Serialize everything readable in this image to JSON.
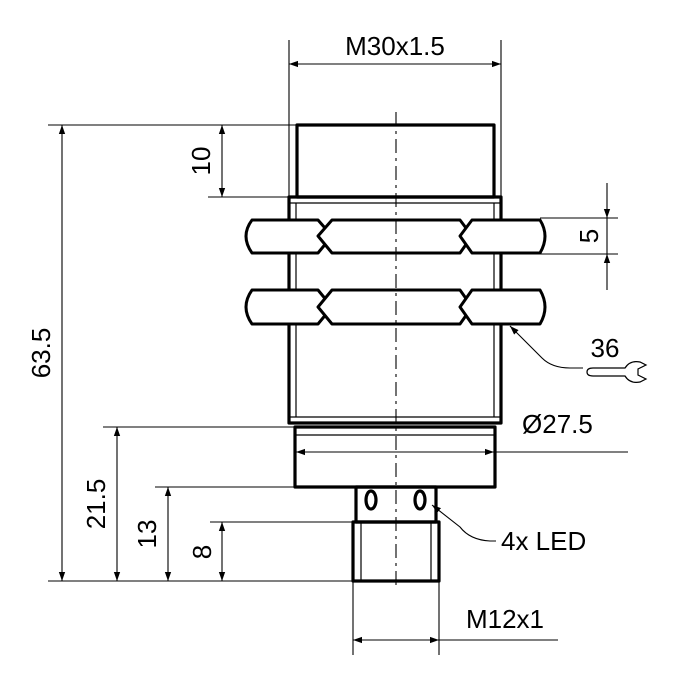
{
  "drawing": {
    "dimensions": {
      "thread_main": "M30x1.5",
      "height_top": "10",
      "nut_thickness": "5",
      "wrench_size": "36",
      "diameter_prefix": "Ø",
      "diameter_value": "27.5",
      "total_length": "63.5",
      "lower_length": "21.5",
      "connector_length": "13",
      "plug_length": "8",
      "led_label": "4x LED",
      "thread_connector": "M12x1"
    },
    "icons": [
      "wrench-icon"
    ],
    "colors": {
      "line": "#000000",
      "background": "#ffffff"
    }
  }
}
